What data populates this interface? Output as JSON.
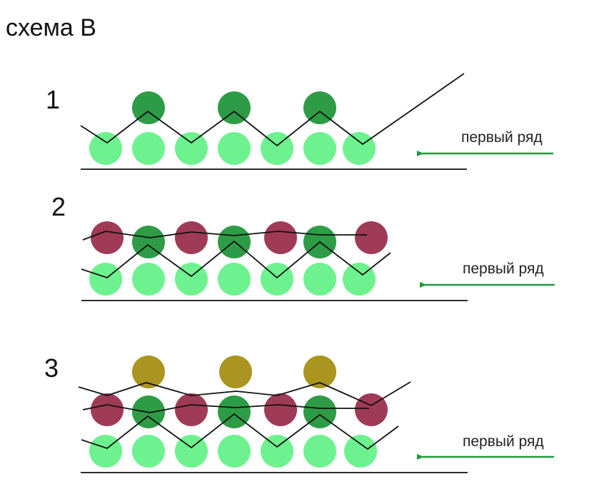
{
  "title": "схема В",
  "colors": {
    "light_green": "#6ef28f",
    "dark_green": "#2e9c46",
    "maroon": "#9f3b56",
    "olive": "#a99520",
    "line": "#111111",
    "arrow": "#1f9a3a"
  },
  "panels": [
    {
      "number": "1",
      "row_label": "первый ряд"
    },
    {
      "number": "2",
      "row_label": "первый ряд"
    },
    {
      "number": "3",
      "row_label": "первый ряд"
    }
  ]
}
